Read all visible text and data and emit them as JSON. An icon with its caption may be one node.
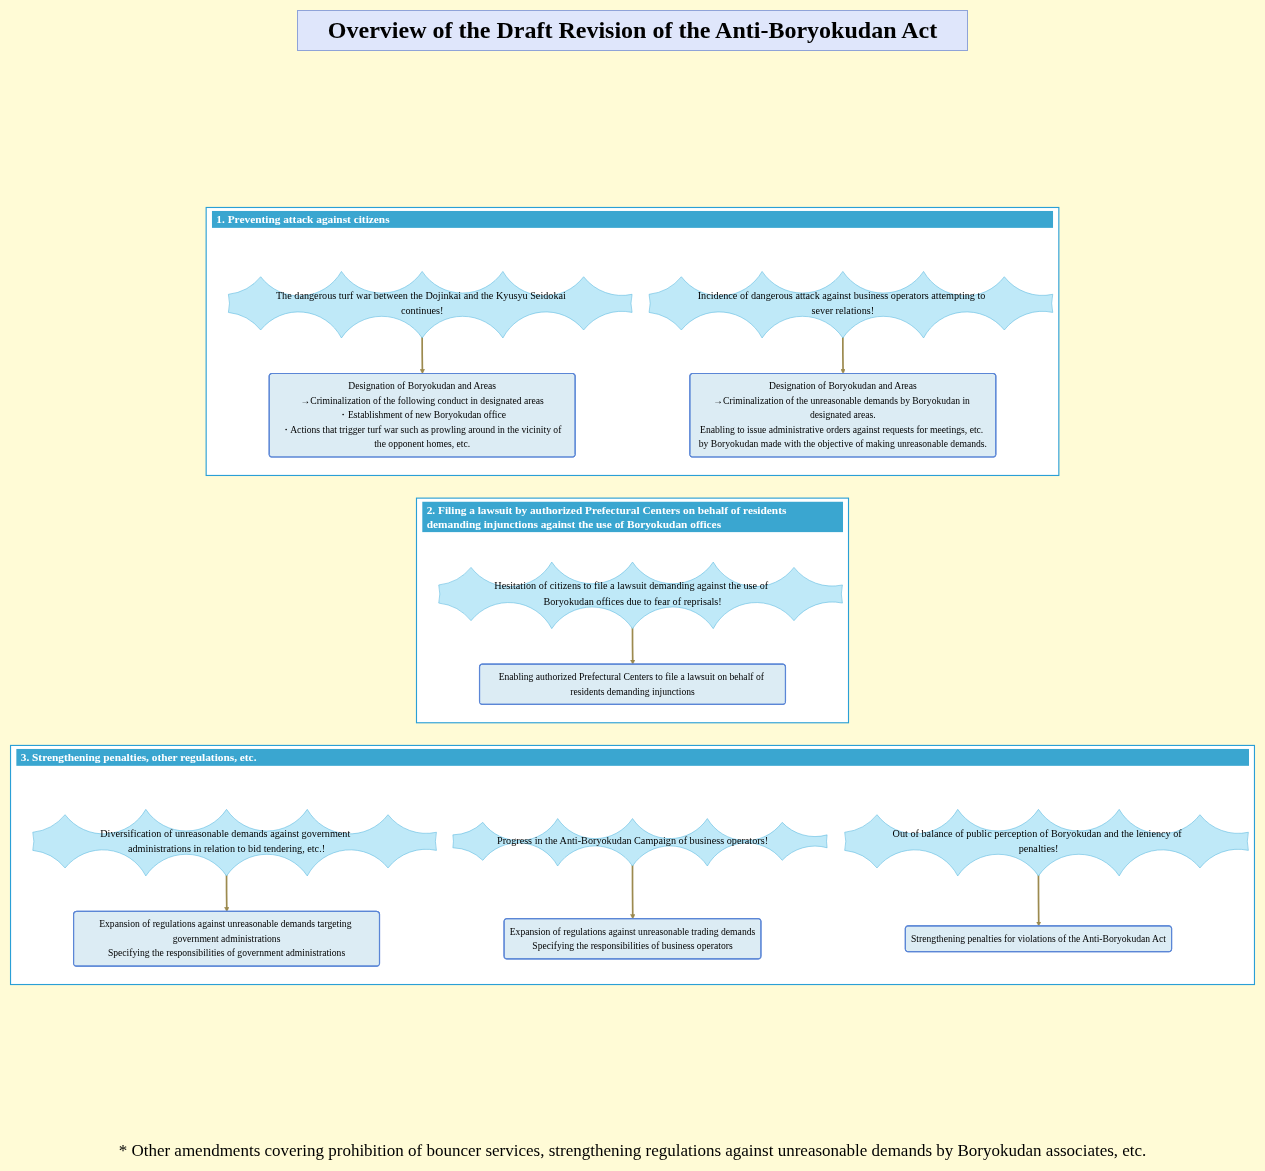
{
  "diagram": {
    "title": "Overview of the Draft Revision of the Anti-Boryokudan Act",
    "nodes": [
      {
        "text": [
          "1. Preventing attack against citizens"
        ]
      },
      {
        "text": [
          "The dangerous turf war between the Dojinkai and the Kyusyu Seidokai continues!"
        ],
        "in": 0
      },
      {
        "text": [
          "Incidence of dangerous attack against business operators attempting to sever relations!"
        ],
        "in": 0
      },
      {
        "text": [
          "Designation of Boryokudan and Areas",
          "→Criminalization of the following conduct in designated areas",
          "・Establishment of new Boryokudan office",
          "・Actions that trigger turf war such as prowling around in the vicinity of the opponent homes, etc."
        ],
        "in": 0
      },
      {
        "text": [
          "Designation of Boryokudan and Areas",
          "→Criminalization of the unreasonable demands by Boryokudan in designated areas.",
          "Enabling to issue administrative orders against requests for meetings, etc. by Boryokudan made with the objective of making unreasonable demands."
        ],
        "in": 0
      },
      {
        "text": [
          "2. Filing a lawsuit by authorized Prefectural Centers on behalf of residents demanding injunctions against the use of Boryokudan offices"
        ]
      },
      {
        "text": [
          "Hesitation of citizens to file a lawsuit demanding against the use of Boryokudan offices due to fear of reprisals!"
        ],
        "in": 5
      },
      {
        "text": [
          "Enabling authorized Prefectural Centers to file a lawsuit on behalf of residents demanding injunctions"
        ],
        "in": 5
      },
      {
        "text": [
          "3. Strengthening penalties, other regulations, etc."
        ]
      },
      {
        "text": [
          "Diversification of unreasonable demands against government administrations in relation to bid tendering, etc.!"
        ],
        "in": 8
      },
      {
        "text": [
          "Progress in the Anti-Boryokudan Campaign of business operators!"
        ],
        "in": 8
      },
      {
        "text": [
          "Out of balance of public perception of Boryokudan and the leniency of penalties!"
        ],
        "in": 8
      },
      {
        "text": [
          "Expansion of regulations against unreasonable demands targeting government administrations",
          "Specifying the responsibilities of government administrations"
        ],
        "in": 8
      },
      {
        "text": [
          "Expansion of regulations against unreasonable trading demands",
          "Specifying the responsibilities of business operators"
        ],
        "in": 8
      },
      {
        "text": [
          "Strengthening penalties for violations of the Anti-Boryokudan Act"
        ],
        "in": 8
      }
    ],
    "edges": [
      {
        "from": 1,
        "to": 3,
        "arrow": "to"
      },
      {
        "from": 2,
        "to": 4,
        "arrow": "to"
      },
      {
        "from": 6,
        "to": 7,
        "arrow": "to"
      },
      {
        "from": 9,
        "to": 12,
        "arrow": "to"
      },
      {
        "from": 10,
        "to": 13,
        "arrow": "to"
      },
      {
        "from": 11,
        "to": 14,
        "arrow": "to"
      }
    ],
    "labels": [
      "* Other amendments covering prohibition of bouncer services, strengthening regulations against unreasonable demands by Boryokudan associates, etc."
    ]
  }
}
